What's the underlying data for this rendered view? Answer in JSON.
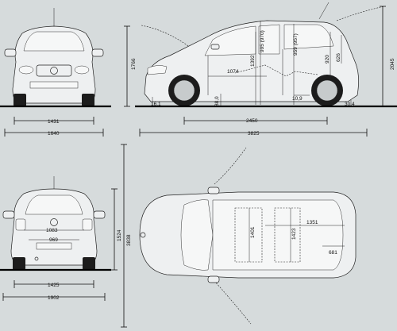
{
  "views": {
    "front": {
      "height": "1766",
      "track": "1431",
      "width": "1640"
    },
    "side": {
      "ground_front": "16,1",
      "ground_mid": "88,0",
      "wheelbase": "2450",
      "length": "3825",
      "overall_height": "2045",
      "door_height": "995 (970)",
      "seat_height_1": "1392",
      "rear_door_height": "959 (957)",
      "rear_seat": "920",
      "rear_opening": "626",
      "interior_length": "1074",
      "step": "10,9",
      "rear_ground": "30,4"
    },
    "rear": {
      "opening_width": "1083",
      "inner_width": "969",
      "track": "1425",
      "width_mirrors": "1902",
      "overall_length_vertical": "3838",
      "height": "1524"
    },
    "top": {
      "cabin_length": "1351",
      "front_seat": "1401",
      "rear_seat": "1423",
      "trunk": "681"
    }
  }
}
